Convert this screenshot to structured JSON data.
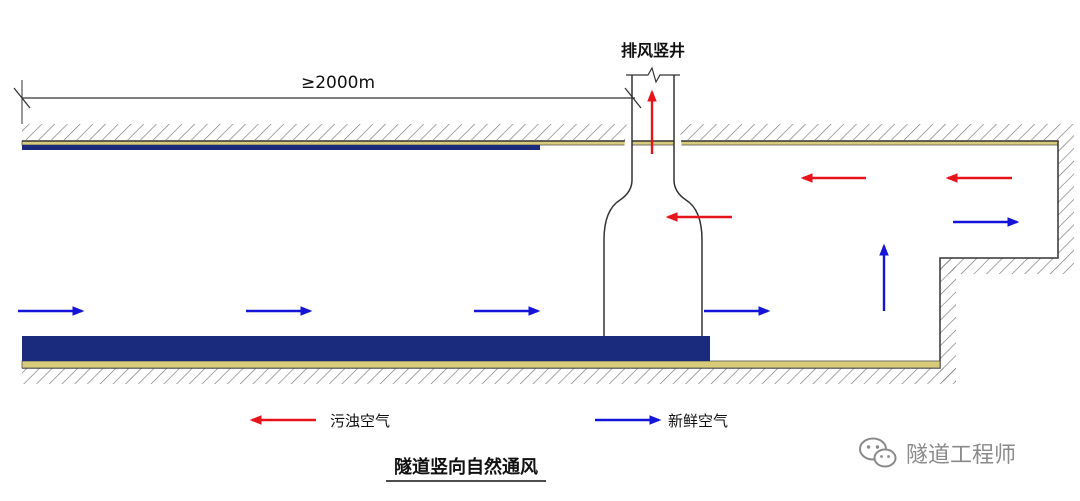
{
  "diagram": {
    "shaft_label": "排风竖井",
    "distance_label": "≥2000m",
    "title": "隧道竖向自然通风"
  },
  "legend": {
    "polluted_label": "污浊空气",
    "fresh_label": "新鲜空气"
  },
  "watermark": {
    "text": "隧道工程师"
  },
  "colors": {
    "polluted": "#e8141b",
    "fresh": "#1414d8",
    "road": "#1a2a7c",
    "pavement": "#d8cc7a",
    "line": "#333333",
    "watermark": "#8a8a8a"
  }
}
